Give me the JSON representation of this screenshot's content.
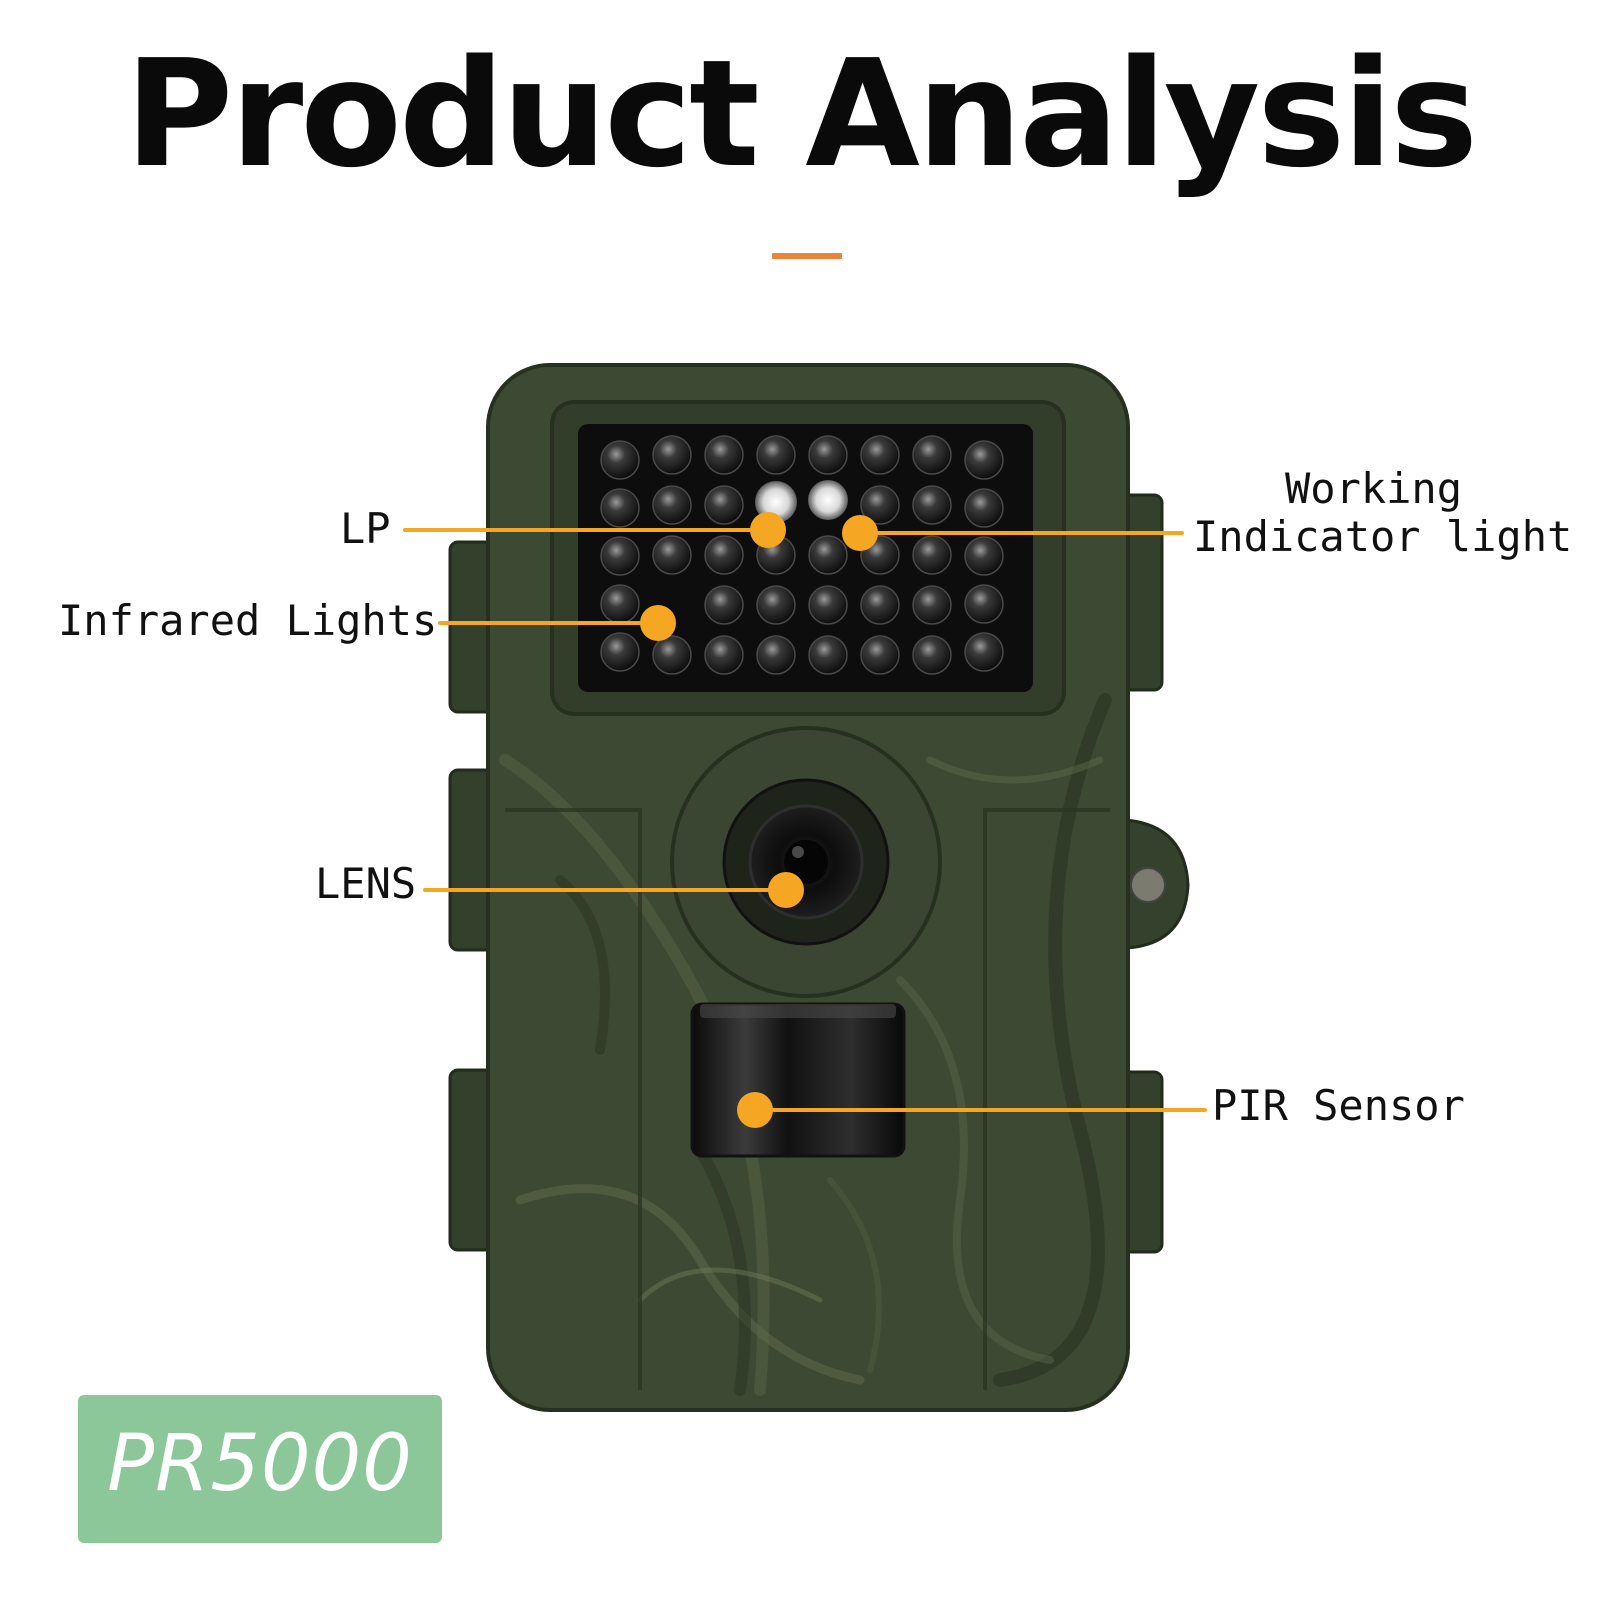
{
  "title": "Product Analysis",
  "colors": {
    "accent": "#f5a623",
    "title_underline": "#e8853a",
    "camera_body": "#3d4a33",
    "model_badge": "#8cc79a"
  },
  "callouts": {
    "lp": "LP",
    "infrared_lights": "Infrared Lights",
    "lens": "LENS",
    "working_indicator_line1": "Working",
    "working_indicator_line2": "Indicator light",
    "pir_sensor": "PIR Sensor"
  },
  "model": "PR5000"
}
